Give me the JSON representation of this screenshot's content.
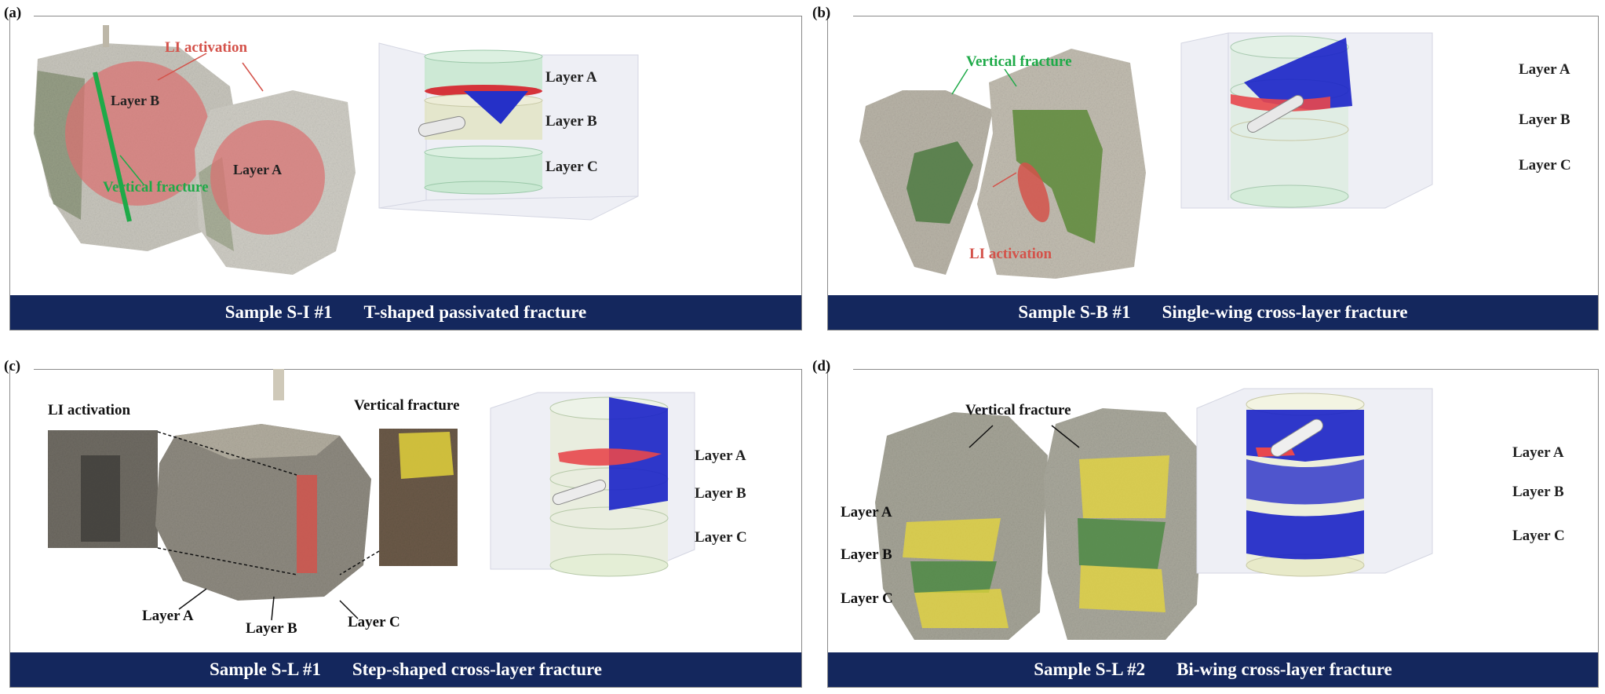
{
  "panels": [
    {
      "id": "a",
      "label": "(a)",
      "sample": "Sample S-I #1",
      "fracture": "T-shaped passivated fracture",
      "photo_labels": {
        "li": "LI activation",
        "layer_b": "Layer B",
        "layer_a": "Layer A",
        "vertical": "Vertical fracture"
      },
      "model_layers": [
        "Layer A",
        "Layer B",
        "Layer C"
      ]
    },
    {
      "id": "b",
      "label": "(b)",
      "sample": "Sample S-B #1",
      "fracture": "Single-wing cross-layer fracture",
      "photo_labels": {
        "vertical": "Vertical fracture",
        "li": "LI activation"
      },
      "model_layers": [
        "Layer A",
        "Layer B",
        "Layer C"
      ]
    },
    {
      "id": "c",
      "label": "(c)",
      "sample": "Sample S-L #1",
      "fracture": "Step-shaped cross-layer fracture",
      "photo_labels": {
        "li": "LI activation",
        "vertical": "Vertical fracture",
        "layer_a": "Layer A",
        "layer_b": "Layer B",
        "layer_c": "Layer C"
      },
      "model_layers": [
        "Layer A",
        "Layer B",
        "Layer C"
      ]
    },
    {
      "id": "d",
      "label": "(d)",
      "sample": "Sample S-L #2",
      "fracture": "Bi-wing cross-layer fracture",
      "photo_labels": {
        "vertical": "Vertical fracture",
        "layer_a": "Layer A",
        "layer_b": "Layer B",
        "layer_c": "Layer C"
      },
      "model_layers": [
        "Layer A",
        "Layer B",
        "Layer C"
      ]
    }
  ],
  "colors": {
    "caption_bg": "#14275d",
    "li_red": "#d4524a",
    "vertical_green": "#22a455",
    "fracture_blue": "#1a22c8",
    "yellow_fill": "#e8d83a"
  }
}
